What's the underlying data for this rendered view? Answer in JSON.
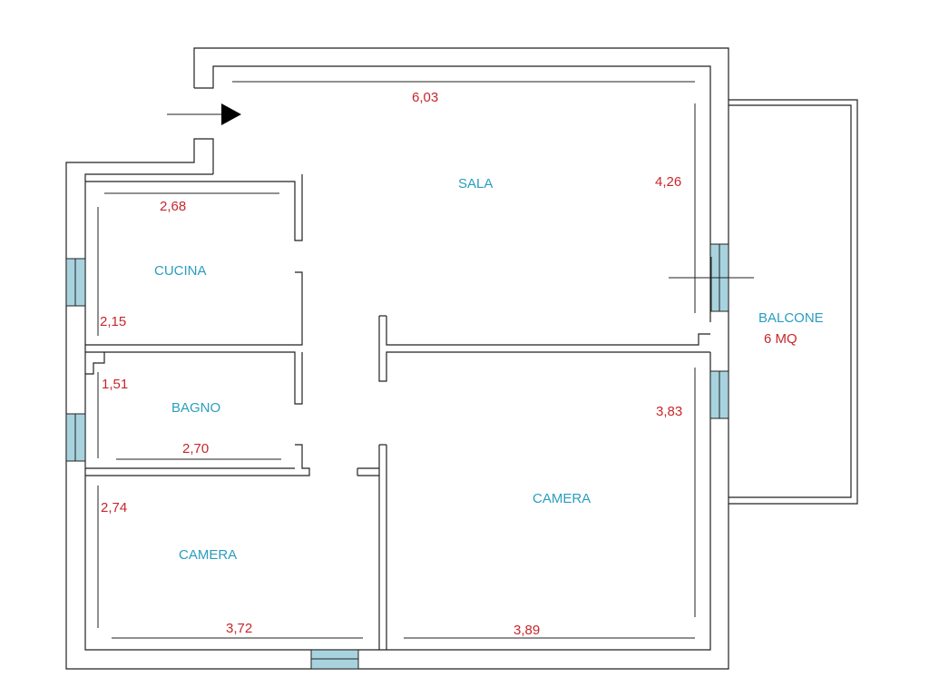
{
  "colors": {
    "room_label": "#2a9dbe",
    "dimension": "#c8262b",
    "window": "#a8d3de",
    "wall": "#222222"
  },
  "icons": {
    "entrance": "arrow-right-icon",
    "light_point": "crosshair-icon"
  },
  "rooms": {
    "sala": "SALA",
    "cucina": "CUCINA",
    "bagno": "BAGNO",
    "camera_left": "CAMERA",
    "camera_right": "CAMERA",
    "balcone": "BALCONE",
    "balcone_area": "6 MQ"
  },
  "dimensions": {
    "sala_width": "6,03",
    "sala_depth": "4,26",
    "cucina_width": "2,68",
    "cucina_depth": "2,15",
    "bagno_depth": "1,51",
    "bagno_width": "2,70",
    "camera_left_depth": "2,74",
    "camera_left_width": "3,72",
    "camera_right_depth": "3,83",
    "camera_right_width": "3,89"
  }
}
